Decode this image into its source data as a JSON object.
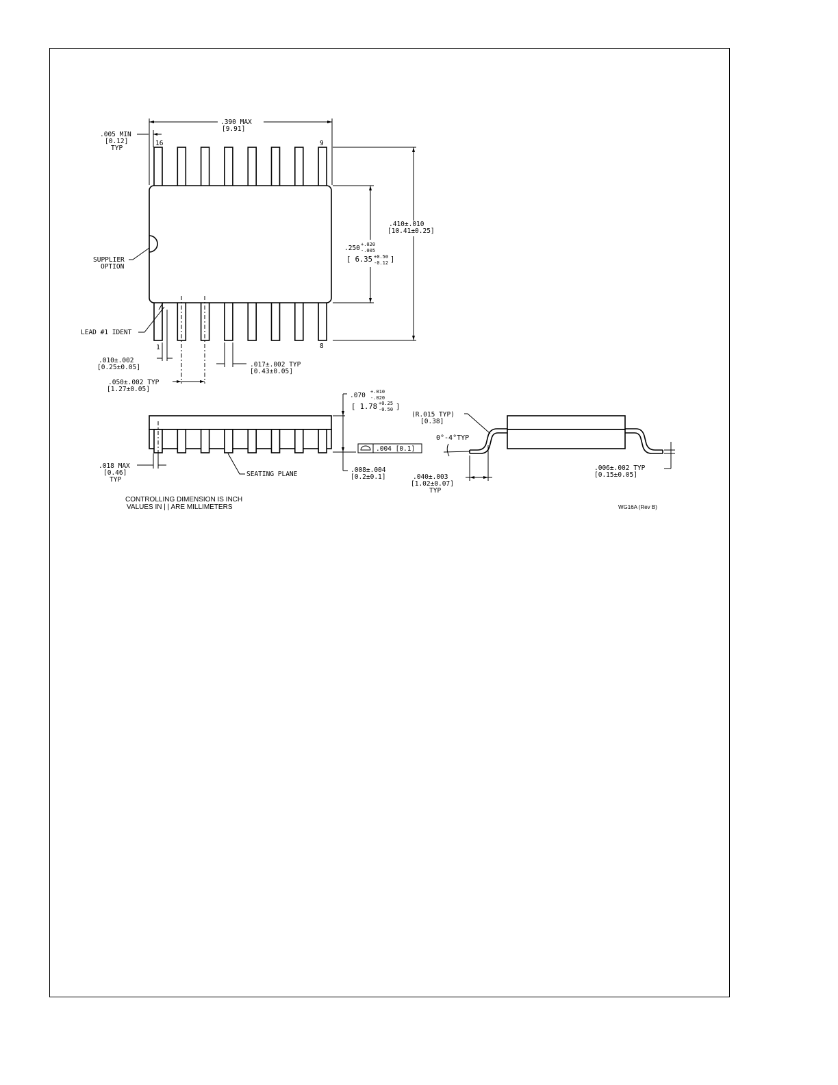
{
  "top_view": {
    "width_inch": ".390  MAX",
    "width_mm": "[9.91]",
    "pin_16": "16",
    "pin_9": "9",
    "pin_1": "1",
    "pin_8": "8",
    "min_gap_inch": ".005 MIN",
    "min_gap_mm": "[0.12]",
    "min_gap_typ": "TYP",
    "overall_inch": ".410±.010",
    "overall_mm": "[10.41±0.25]",
    "body_inch_nom": ".250",
    "body_inch_plus": "+.020",
    "body_inch_minus": "-.005",
    "body_mm_nom": "[ 6.35",
    "body_mm_plus": "+0.50",
    "body_mm_minus": "-0.12",
    "body_mm_close": "]",
    "supplier_line1": "SUPPLIER",
    "supplier_line2": "OPTION",
    "lead_ident": "LEAD #1 IDENT",
    "lead_width_inch": ".010±.002",
    "lead_width_mm": "[0.25±0.05]",
    "lead_thick_inch": ".017±.002  TYP",
    "lead_thick_mm": "[0.43±0.05]",
    "pitch_inch": ".050±.002  TYP",
    "pitch_mm": "[1.27±0.05]",
    "lead_count_per_side": 8
  },
  "side_view": {
    "height_inch_nom": ".070",
    "height_inch_plus": "+.010",
    "height_inch_minus": "-.020",
    "height_mm_nom": "[ 1.78",
    "height_mm_plus": "+0.25",
    "height_mm_minus": "-0.50",
    "height_mm_close": "]",
    "flatness": ".004 [0.1]",
    "standoff_inch": ".008±.004",
    "standoff_mm": "[0.2±0.1]",
    "lead_max_inch": ".018 MAX",
    "lead_max_mm": "[0.46]",
    "lead_max_typ": "TYP",
    "seating_plane": "SEATING PLANE"
  },
  "end_view": {
    "radius_inch": "(R.015  TYP)",
    "radius_mm": "[0.38]",
    "angle": "0°-4°TYP",
    "foot_inch": ".040±.003",
    "foot_mm": "[1.02±0.07]",
    "foot_typ": "TYP",
    "thick_inch": ".006±.002   TYP",
    "thick_mm": "[0.15±0.05]"
  },
  "notes": {
    "line1": "CONTROLLING  DIMENSION  IS  INCH",
    "line2": "VALUES  IN  |  |  ARE  MILLIMETERS",
    "drawing_id": "WG16A (Rev B)"
  }
}
